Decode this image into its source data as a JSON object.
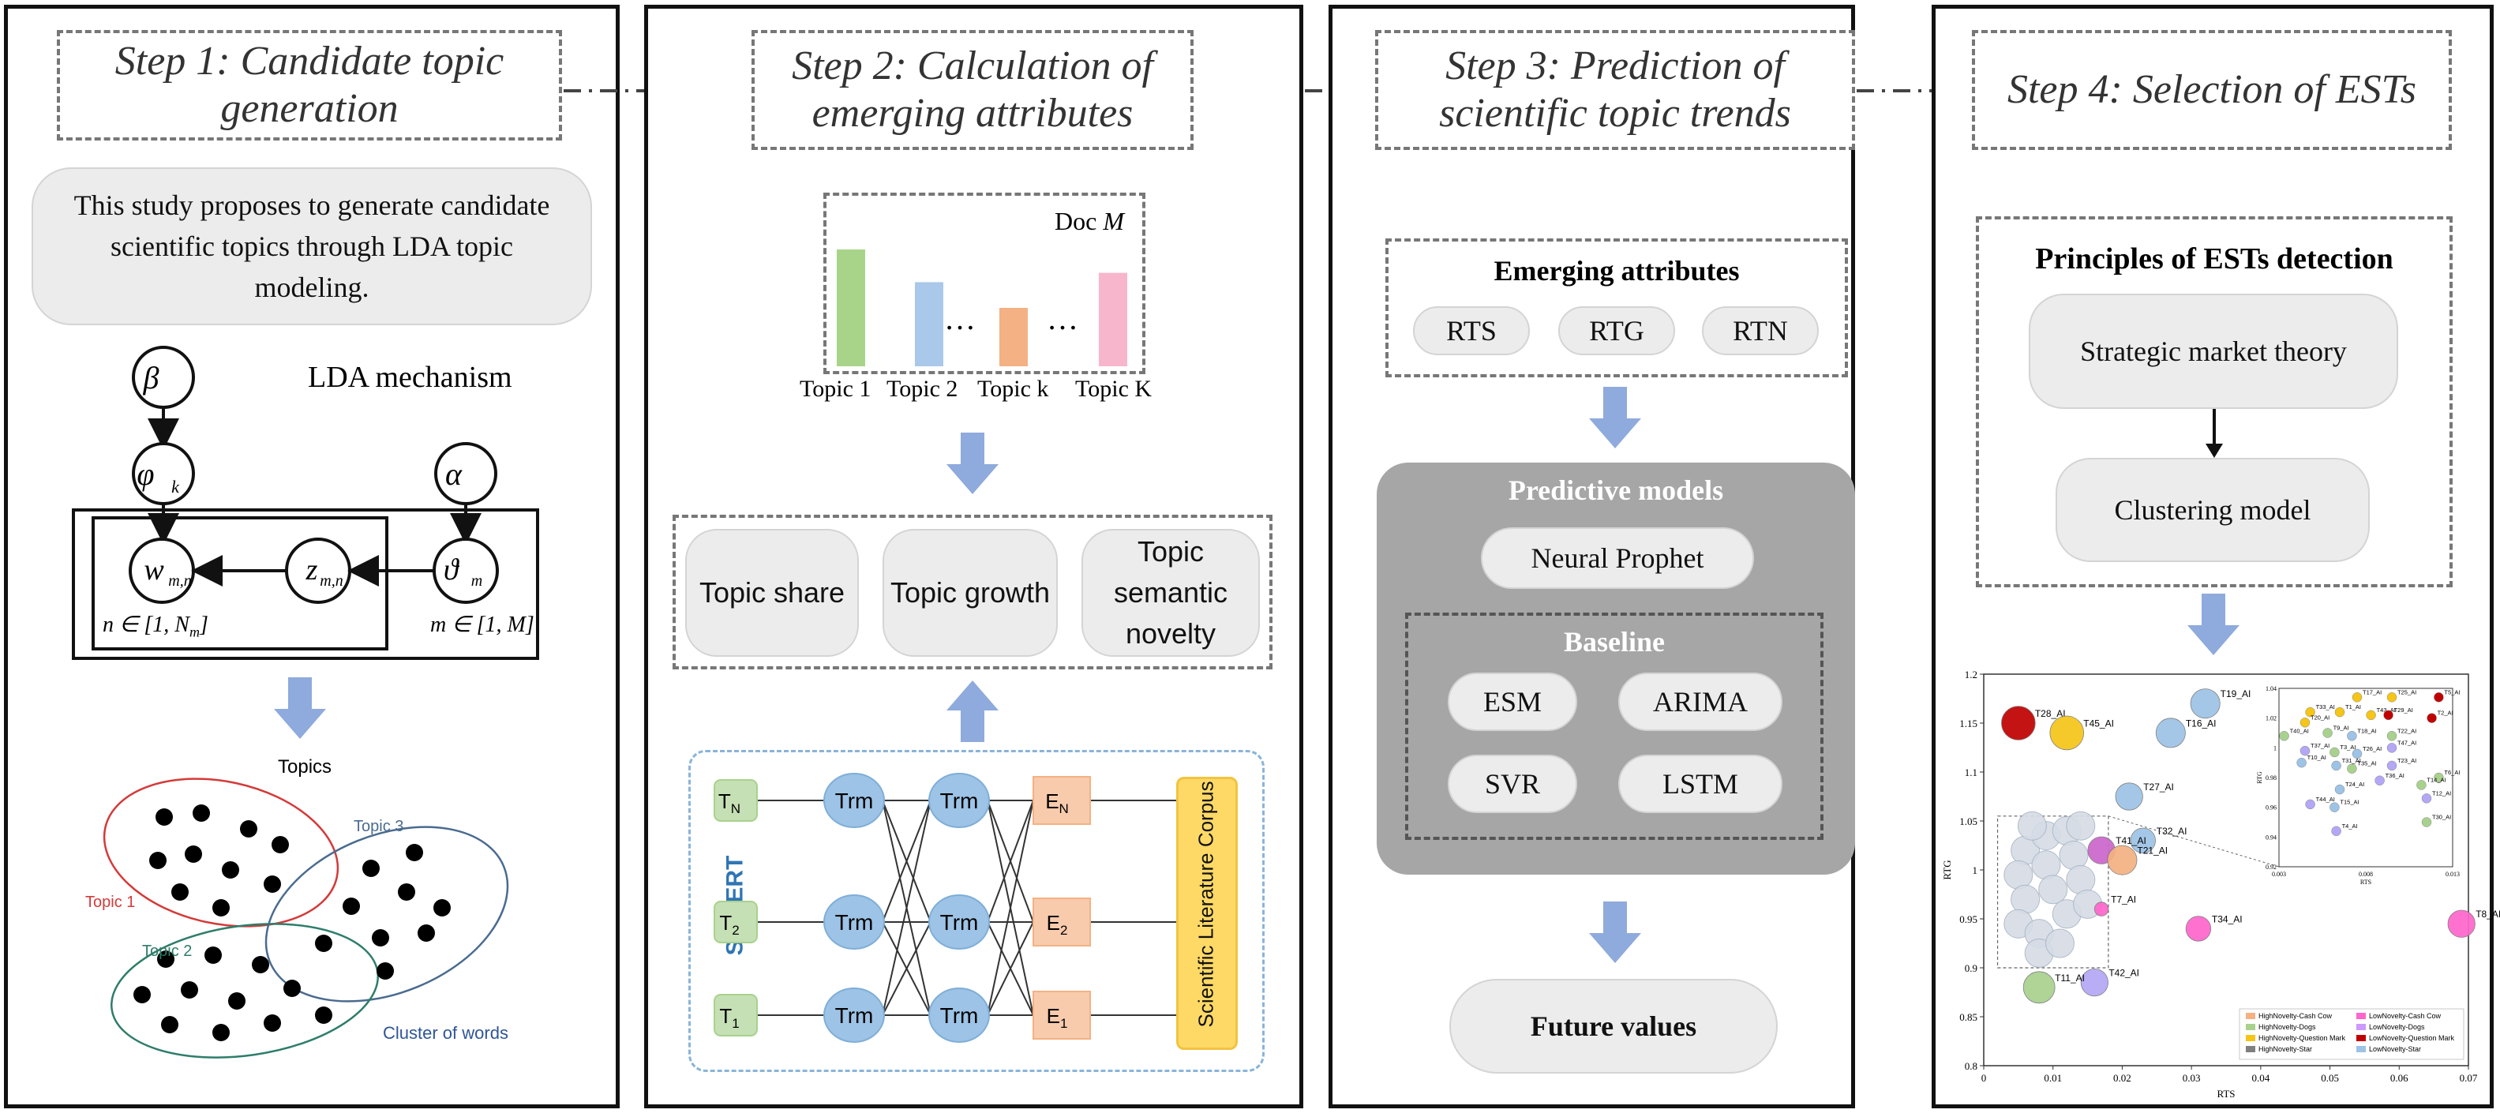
{
  "steps": [
    {
      "title": "Step 1: Candidate topic generation"
    },
    {
      "title": "Step 2: Calculation of emerging attributes"
    },
    {
      "title": "Step 3: Prediction of scientific topic trends"
    },
    {
      "title": "Step 4: Selection of ESTs"
    }
  ],
  "step1": {
    "description": "This study proposes to generate candidate scientific topics through LDA topic modeling.",
    "lda_label": "LDA mechanism",
    "n_range": "n ∈ [1, N",
    "n_sub": "m",
    "m_range": "m ∈ [1, M]",
    "topics_title": "Topics",
    "topic1": "Topic 1",
    "topic2": "Topic 2",
    "topic3": "Topic 3",
    "cluster_label": "Cluster of words"
  },
  "step2": {
    "doc_label": "Doc M",
    "bars": [
      {
        "label": "Topic 1",
        "value": 1.0,
        "color": "#a8d48a"
      },
      {
        "label": "Topic 2",
        "value": 0.72,
        "color": "#a9c8ea"
      },
      {
        "label": "Topic k",
        "value": 0.5,
        "color": "#f4b183"
      },
      {
        "label": "Topic K",
        "value": 0.8,
        "color": "#f7b6cc"
      }
    ],
    "ellipsis": "…",
    "attributes": [
      "Topic share",
      "Topic growth",
      "Topic semantic novelty"
    ],
    "scibert": "SciBERT",
    "corpus": "Scientific Literature Corpus",
    "outputs": [
      "T_N",
      "T_2",
      "T_1"
    ],
    "trm": "Trm",
    "embeds": [
      "E_N",
      "E_2",
      "E_1"
    ]
  },
  "step3": {
    "emerging_title": "Emerging attributes",
    "attrs": [
      "RTS",
      "RTG",
      "RTN"
    ],
    "models_title": "Predictive models",
    "neural": "Neural Prophet",
    "baseline_title": "Baseline",
    "baselines": [
      "ESM",
      "ARIMA",
      "SVR",
      "LSTM"
    ],
    "future": "Future values"
  },
  "step4": {
    "principles_title": "Principles of ESTs detection",
    "strategic": "Strategic market theory",
    "clustering": "Clustering model"
  },
  "chart_data": {
    "type": "scatter",
    "xlabel": "RTS",
    "ylabel": "RTG",
    "xlim": [
      0,
      0.07
    ],
    "ylim": [
      0.8,
      1.2
    ],
    "xticks": [
      "0",
      "0.01",
      "0.02",
      "0.03",
      "0.04",
      "0.05",
      "0.06",
      "0.07"
    ],
    "yticks": [
      "0.8",
      "0.85",
      "0.9",
      "0.95",
      "1",
      "1.05",
      "1.1",
      "1.15",
      "1.2"
    ],
    "points": [
      {
        "label": "T28_AI",
        "x": 0.005,
        "y": 1.15,
        "r": 1.1,
        "color": "#c00000"
      },
      {
        "label": "T45_AI",
        "x": 0.012,
        "y": 1.14,
        "r": 1.1,
        "color": "#f5c518"
      },
      {
        "label": "T19_AI",
        "x": 0.032,
        "y": 1.17,
        "r": 0.9,
        "color": "#9dc3e6"
      },
      {
        "label": "T16_AI",
        "x": 0.027,
        "y": 1.14,
        "r": 0.9,
        "color": "#9dc3e6"
      },
      {
        "label": "T27_AI",
        "x": 0.021,
        "y": 1.075,
        "r": 0.8,
        "color": "#9dc3e6"
      },
      {
        "label": "T32_AI",
        "x": 0.023,
        "y": 1.03,
        "r": 0.7,
        "color": "#9dc3e6"
      },
      {
        "label": "T41_AI",
        "x": 0.017,
        "y": 1.02,
        "r": 0.8,
        "color": "#cc66cc"
      },
      {
        "label": "T21_AI",
        "x": 0.02,
        "y": 1.01,
        "r": 0.9,
        "color": "#f4b183"
      },
      {
        "label": "T7_AI",
        "x": 0.017,
        "y": 0.96,
        "r": 0.2,
        "color": "#ff66cc"
      },
      {
        "label": "T34_AI",
        "x": 0.031,
        "y": 0.94,
        "r": 0.7,
        "color": "#ff66cc"
      },
      {
        "label": "T8_AI",
        "x": 0.069,
        "y": 0.945,
        "r": 0.8,
        "color": "#ff66cc"
      },
      {
        "label": "T42_AI",
        "x": 0.016,
        "y": 0.885,
        "r": 0.8,
        "color": "#b4a7f5"
      },
      {
        "label": "T11_AI",
        "x": 0.008,
        "y": 0.88,
        "r": 1.0,
        "color": "#a9d18e"
      }
    ],
    "legend": [
      {
        "label": "HighNovelty-Cash Cow",
        "color": "#f4b183"
      },
      {
        "label": "LowNovelty-Cash Cow",
        "color": "#ff66cc"
      },
      {
        "label": "HighNovelty-Dogs",
        "color": "#a9d18e"
      },
      {
        "label": "LowNovelty-Dogs",
        "color": "#cc99ff"
      },
      {
        "label": "HighNovelty-Question Mark",
        "color": "#f5c518"
      },
      {
        "label": "LowNovelty-Question Mark",
        "color": "#c00000"
      },
      {
        "label": "HighNovelty-Star",
        "color": "#7f7f7f"
      },
      {
        "label": "LowNovelty-Star",
        "color": "#9dc3e6"
      }
    ],
    "inset": {
      "xlabel": "RTS",
      "ylabel": "RTG",
      "xticks": [
        "0.003",
        "0.008",
        "0.013"
      ],
      "yticks": [
        "0.92",
        "0.94",
        "0.96",
        "0.98",
        "1",
        "1.02",
        "1.04"
      ],
      "xlim": [
        0.003,
        0.013
      ],
      "ylim": [
        0.92,
        1.04
      ],
      "points": [
        {
          "label": "T17_AI",
          "x": 0.0075,
          "y": 1.034,
          "color": "#f5c518"
        },
        {
          "label": "T25_AI",
          "x": 0.0095,
          "y": 1.034,
          "color": "#f5c518"
        },
        {
          "label": "T5_AI",
          "x": 0.0122,
          "y": 1.034,
          "color": "#c00000"
        },
        {
          "label": "T33_AI",
          "x": 0.0048,
          "y": 1.024,
          "color": "#f5c518"
        },
        {
          "label": "T1_AI",
          "x": 0.0065,
          "y": 1.024,
          "color": "#f5c518"
        },
        {
          "label": "T43_AI",
          "x": 0.0083,
          "y": 1.022,
          "color": "#f5c518"
        },
        {
          "label": "T29_AI",
          "x": 0.0093,
          "y": 1.022,
          "color": "#c00000"
        },
        {
          "label": "T2_AI",
          "x": 0.0118,
          "y": 1.02,
          "color": "#c00000"
        },
        {
          "label": "T20_AI",
          "x": 0.0045,
          "y": 1.017,
          "color": "#f5c518"
        },
        {
          "label": "T40_AI",
          "x": 0.0033,
          "y": 1.008,
          "color": "#a9d18e"
        },
        {
          "label": "T9_AI",
          "x": 0.0058,
          "y": 1.01,
          "color": "#a9d18e"
        },
        {
          "label": "T18_AI",
          "x": 0.0072,
          "y": 1.008,
          "color": "#9dc3e6"
        },
        {
          "label": "T22_AI",
          "x": 0.0095,
          "y": 1.008,
          "color": "#a9d18e"
        },
        {
          "label": "T47_AI",
          "x": 0.0095,
          "y": 1.0,
          "color": "#b4a7f5"
        },
        {
          "label": "T37_AI",
          "x": 0.0045,
          "y": 0.998,
          "color": "#b4a7f5"
        },
        {
          "label": "T3_AI",
          "x": 0.0062,
          "y": 0.997,
          "color": "#a9d18e"
        },
        {
          "label": "T26_AI",
          "x": 0.0075,
          "y": 0.996,
          "color": "#9dc3e6"
        },
        {
          "label": "T10_AI",
          "x": 0.0043,
          "y": 0.99,
          "color": "#9dc3e6"
        },
        {
          "label": "T31_AI",
          "x": 0.0063,
          "y": 0.988,
          "color": "#9dc3e6"
        },
        {
          "label": "T35_AI",
          "x": 0.0072,
          "y": 0.986,
          "color": "#a9d18e"
        },
        {
          "label": "T23_AI",
          "x": 0.0095,
          "y": 0.988,
          "color": "#b4a7f5"
        },
        {
          "label": "T36_AI",
          "x": 0.0088,
          "y": 0.978,
          "color": "#b4a7f5"
        },
        {
          "label": "T24_AI",
          "x": 0.0065,
          "y": 0.972,
          "color": "#9dc3e6"
        },
        {
          "label": "T6_AI",
          "x": 0.0122,
          "y": 0.98,
          "color": "#a9d18e"
        },
        {
          "label": "T14_AI",
          "x": 0.0112,
          "y": 0.975,
          "color": "#a9d18e"
        },
        {
          "label": "T12_AI",
          "x": 0.0115,
          "y": 0.966,
          "color": "#b4a7f5"
        },
        {
          "label": "T44_AI",
          "x": 0.0048,
          "y": 0.962,
          "color": "#b4a7f5"
        },
        {
          "label": "T15_AI",
          "x": 0.0062,
          "y": 0.96,
          "color": "#9dc3e6"
        },
        {
          "label": "T30_AI",
          "x": 0.0115,
          "y": 0.95,
          "color": "#a9d18e"
        },
        {
          "label": "T4_AI",
          "x": 0.0063,
          "y": 0.944,
          "color": "#b4a7f5"
        }
      ]
    }
  }
}
